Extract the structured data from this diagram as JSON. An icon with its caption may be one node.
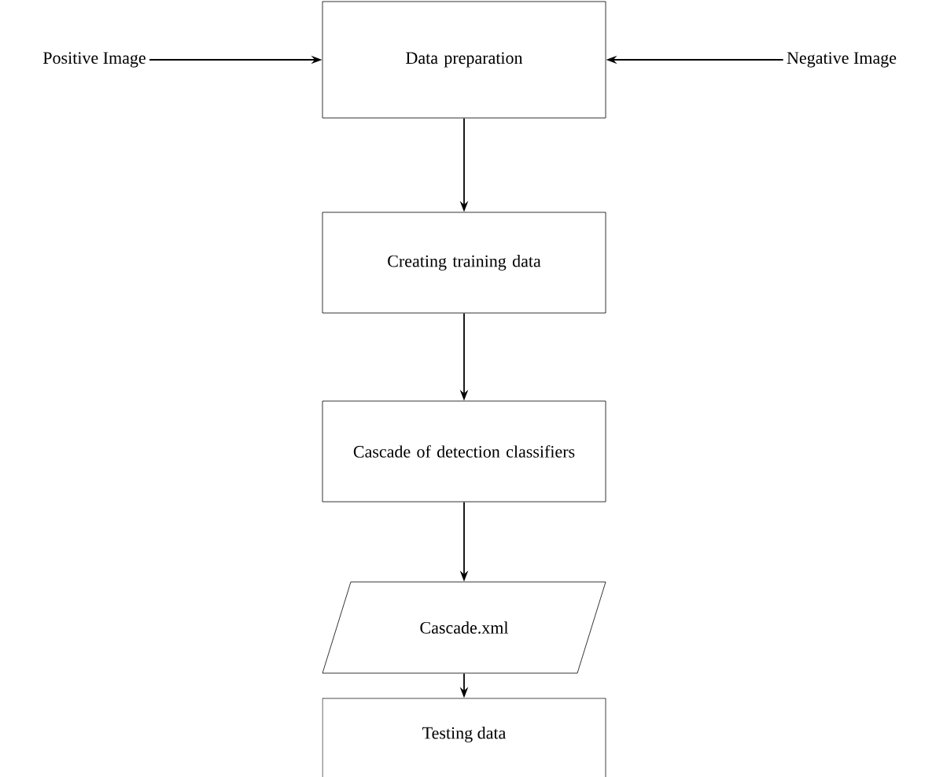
{
  "diagram": {
    "nodes": [
      {
        "text": [
          "Positive Image"
        ]
      },
      {
        "text": [
          "Data preparation"
        ]
      },
      {
        "text": [
          "Negative Image"
        ]
      },
      {
        "text": [
          "Creating training data"
        ]
      },
      {
        "text": [
          "Cascade of detection classifiers"
        ]
      },
      {
        "text": [
          "Cascade.xml"
        ]
      },
      {
        "text": [
          "Testing data"
        ]
      }
    ],
    "edges": [
      {
        "from": 0,
        "to": 1,
        "arrow": "to"
      },
      {
        "from": 2,
        "to": 1,
        "arrow": "to"
      },
      {
        "from": 1,
        "to": 3,
        "arrow": "to"
      },
      {
        "from": 3,
        "to": 4,
        "arrow": "to"
      },
      {
        "from": 4,
        "to": 5,
        "arrow": "to"
      },
      {
        "from": 5,
        "to": 6,
        "arrow": "to"
      }
    ]
  }
}
